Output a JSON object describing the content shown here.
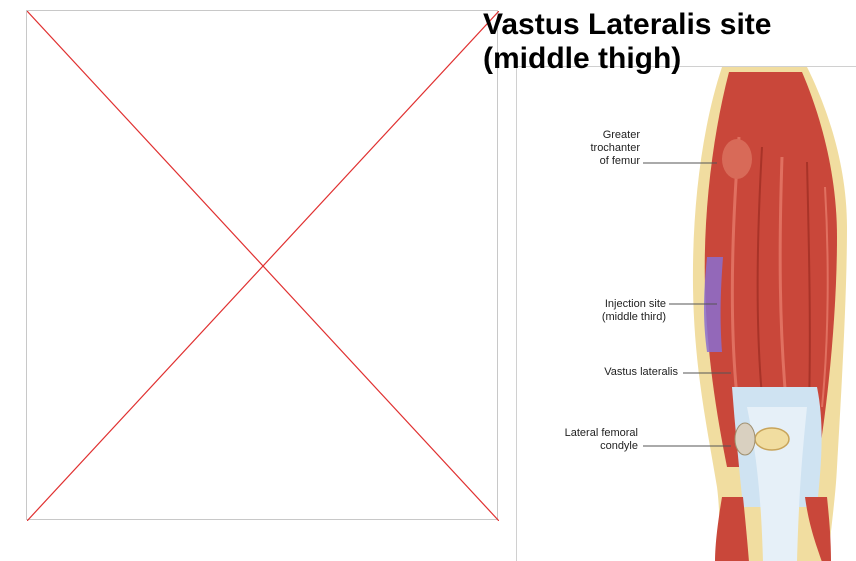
{
  "title": "Vastus Lateralis site\n(middle thigh)",
  "labels": {
    "greater_trochanter": "Greater\ntrochanter\nof femur",
    "injection_site": "Injection site\n(middle third)",
    "vastus_lateralis": "Vastus lateralis",
    "lateral_condyle": "Lateral femoral\ncondyle"
  },
  "colors": {
    "placeholder_cross": "#e03030",
    "muscle": "#c9473a",
    "injection_zone": "#8a6fd0",
    "fascia": "#f1dda0"
  },
  "icons": {
    "missing_image": "broken-image-icon"
  }
}
